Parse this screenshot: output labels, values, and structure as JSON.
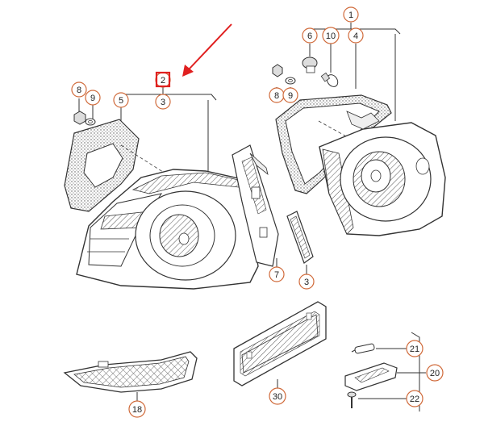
{
  "highlight_color": "#e02020",
  "arrow_color": "#e02020",
  "callout_color": "#d06a3a",
  "line_color": "#333333",
  "callouts": {
    "c1": "1",
    "c2": "2",
    "c3a": "3",
    "c3b": "3",
    "c4": "4",
    "c5": "5",
    "c6": "6",
    "c7": "7",
    "c8a": "8",
    "c8b": "8",
    "c9a": "9",
    "c9b": "9",
    "c10": "10",
    "c18": "18",
    "c20": "20",
    "c21": "21",
    "c22": "22",
    "c30": "30"
  },
  "parts": [
    "outer-taillight",
    "inner-taillight",
    "outer-gasket",
    "inner-gasket",
    "mounting-bracket",
    "cover-cap",
    "side-reflector",
    "license-plate-bracket",
    "license-plate-lamp",
    "lamp-bulb",
    "lamp-screw",
    "bulb-holder",
    "bulb",
    "hex-nut",
    "washer"
  ]
}
